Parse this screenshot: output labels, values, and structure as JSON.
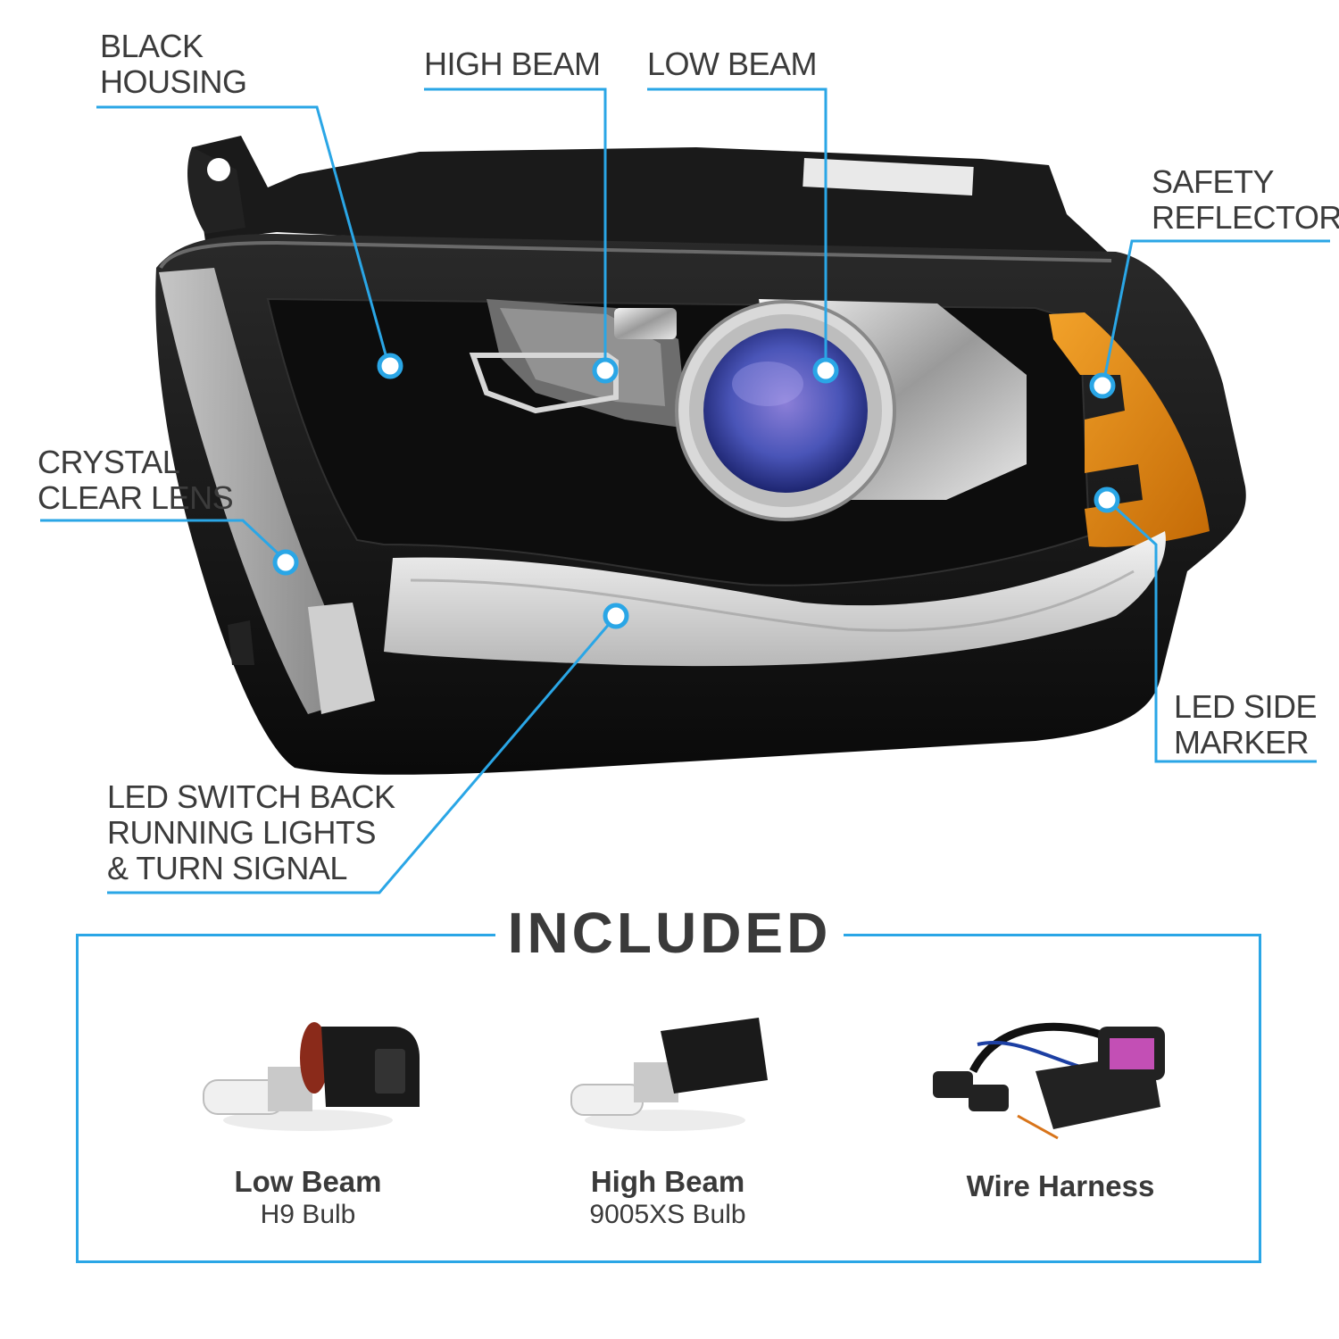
{
  "callouts": {
    "black_housing": [
      "BLACK",
      "HOUSING"
    ],
    "high_beam": [
      "HIGH BEAM"
    ],
    "low_beam": [
      "LOW BEAM"
    ],
    "safety_reflector": [
      "SAFETY",
      "REFLECTOR"
    ],
    "crystal_clear_lens": [
      "CRYSTAL",
      "CLEAR LENS"
    ],
    "led_side_marker": [
      "LED SIDE",
      "MARKER"
    ],
    "led_switch_back": [
      "LED SWITCH BACK",
      "RUNNING LIGHTS",
      "& TURN SIGNAL"
    ]
  },
  "included": {
    "title": "INCLUDED",
    "items": [
      {
        "name": "Low Beam",
        "sub": "H9 Bulb",
        "icon": "h9-bulb-icon"
      },
      {
        "name": "High Beam",
        "sub": "9005XS Bulb",
        "icon": "9005xs-bulb-icon"
      },
      {
        "name": "Wire Harness",
        "sub": "",
        "icon": "wire-harness-icon"
      }
    ]
  },
  "colors": {
    "accent": "#2aa6e6",
    "text": "#3b3b3b",
    "housing": "#141414",
    "amber": "#e08a10"
  }
}
